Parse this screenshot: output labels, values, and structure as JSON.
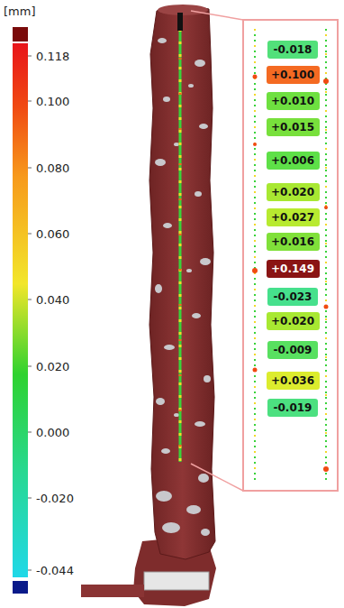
{
  "diagram": {
    "nodes": [
      {
        "text": [
          "-0.018"
        ]
      },
      {
        "text": [
          "+0.100"
        ]
      },
      {
        "text": [
          "+0.010"
        ]
      },
      {
        "text": [
          "+0.015"
        ]
      },
      {
        "text": [
          "+0.006"
        ]
      },
      {
        "text": [
          "+0.020"
        ]
      },
      {
        "text": [
          "+0.027"
        ]
      },
      {
        "text": [
          "+0.016"
        ]
      },
      {
        "text": [
          "+0.149"
        ]
      },
      {
        "text": [
          "-0.023"
        ]
      },
      {
        "text": [
          "+0.020"
        ]
      },
      {
        "text": [
          "-0.009"
        ]
      },
      {
        "text": [
          "+0.036"
        ]
      },
      {
        "text": [
          "-0.019"
        ]
      }
    ],
    "labels": [
      "[mm]",
      "0.118",
      "0.100",
      "0.080",
      "0.060",
      "0.040",
      "0.020",
      "0.000",
      "-0.020",
      "-0.044"
    ]
  }
}
